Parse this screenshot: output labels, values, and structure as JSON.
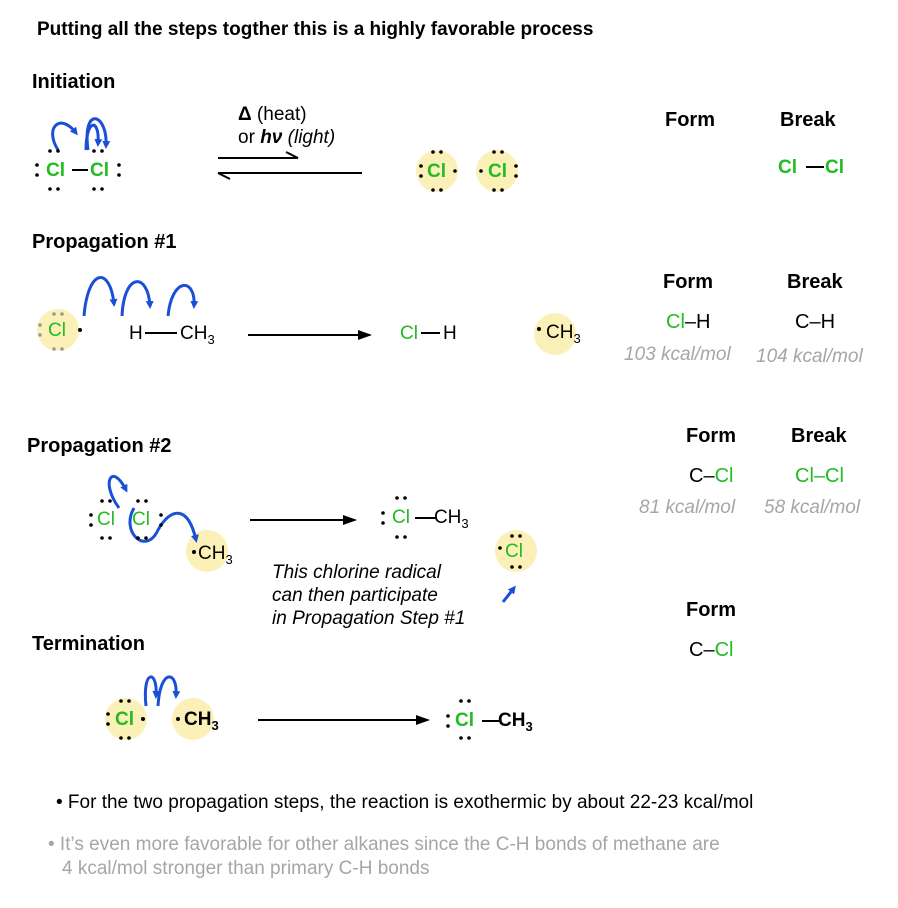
{
  "title": "Putting all the steps togther this is a highly favorable process",
  "colors": {
    "chlorine": "#22bb22",
    "arrow": "#1a4fd6",
    "radical_halo": "#fbf1b8",
    "muted": "#a6a6a6"
  },
  "initiation": {
    "label": "Initiation",
    "conditions_line1_symbol": "Δ",
    "conditions_line1_text": " (heat)",
    "conditions_line2_prefix": "or ",
    "conditions_line2_symbol": "hν",
    "conditions_line2_text": " (light)",
    "reactant": {
      "atom1": "Cl",
      "atom2": "Cl"
    },
    "products": [
      "Cl",
      "Cl"
    ],
    "form_label": "Form",
    "break_label": "Break",
    "break_bond": {
      "a": "Cl",
      "b": "Cl"
    }
  },
  "propagation1": {
    "label": "Propagation #1",
    "radical": "Cl",
    "substrate": {
      "h": "H",
      "group": "CH",
      "sub": "3"
    },
    "product1": {
      "a": "Cl",
      "b": "H"
    },
    "product2": {
      "group": "CH",
      "sub": "3"
    },
    "form_label": "Form",
    "break_label": "Break",
    "form_bond": {
      "a": "Cl",
      "b": "H"
    },
    "break_bond": {
      "a": "C",
      "b": "H"
    },
    "form_energy": "103 kcal/mol",
    "break_energy": "104 kcal/mol"
  },
  "propagation2": {
    "label": "Propagation #2",
    "reactant": {
      "atom1": "Cl",
      "atom2": "Cl"
    },
    "radical": {
      "group": "CH",
      "sub": "3"
    },
    "product1": {
      "a": "Cl",
      "group": "CH",
      "sub": "3"
    },
    "product2": "Cl",
    "note_line1": "This chlorine radical",
    "note_line2": "can then participate",
    "note_line3": "in Propagation Step #1",
    "form_label": "Form",
    "break_label": "Break",
    "form_bond": {
      "a": "C",
      "b": "Cl"
    },
    "break_bond": {
      "a": "Cl",
      "b": "Cl"
    },
    "form_energy": "81 kcal/mol",
    "break_energy": "58 kcal/mol"
  },
  "termination": {
    "label": "Termination",
    "radical1": "Cl",
    "radical2": {
      "group": "CH",
      "sub": "3"
    },
    "product": {
      "a": "Cl",
      "group": "CH",
      "sub": "3"
    },
    "form_label": "Form",
    "form_bond": {
      "a": "C",
      "b": "Cl"
    }
  },
  "bullets": [
    "• For the two propagation steps, the reaction is exothermic by about 22-23 kcal/mol",
    "• It’s even more favorable for other alkanes since the C-H bonds of methane are",
    "4 kcal/mol stronger than primary C-H bonds"
  ]
}
